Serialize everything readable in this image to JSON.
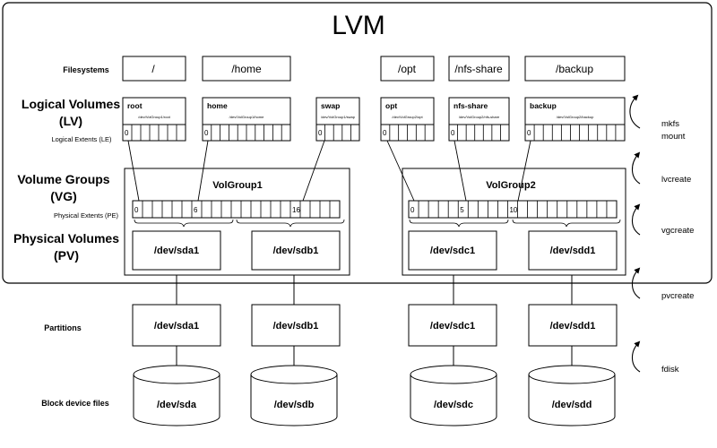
{
  "title": "LVM",
  "row_labels": {
    "filesystems": "Filesystems",
    "lv_line1": "Logical Volumes",
    "lv_line2": "(LV)",
    "le": "Logical Extents (LE)",
    "vg_line1": "Volume Groups",
    "vg_line2": "(VG)",
    "pe": "Physical Extents (PE)",
    "pv_line1": "Physical Volumes",
    "pv_line2": "(PV)",
    "partitions": "Partitions",
    "block": "Block device files"
  },
  "filesystems": [
    "/",
    "/home",
    "/opt",
    "/nfs-share",
    "/backup"
  ],
  "logical_volumes": [
    {
      "name": "root",
      "path": "/dev/VolGroup1/root",
      "first_le": "0"
    },
    {
      "name": "home",
      "path": "/dev/VolGroup1/home",
      "first_le": "0"
    },
    {
      "name": "swap",
      "path": "/dev/VolGroup1/swap",
      "first_le": "0"
    },
    {
      "name": "opt",
      "path": "/dev/VolGroup2/opt",
      "first_le": "0"
    },
    {
      "name": "nfs-share",
      "path": "/dev/VolGroup2/nfs-share",
      "first_le": "0"
    },
    {
      "name": "backup",
      "path": "/dev/VolGroup2/backup",
      "first_le": "0"
    }
  ],
  "volume_groups": [
    {
      "name": "VolGroup1",
      "pe_labels": [
        "0",
        "6",
        "16"
      ]
    },
    {
      "name": "VolGroup2",
      "pe_labels": [
        "0",
        "5",
        "10"
      ]
    }
  ],
  "physical_volumes": [
    "/dev/sda1",
    "/dev/sdb1",
    "/dev/sdc1",
    "/dev/sdd1"
  ],
  "partitions": [
    "/dev/sda1",
    "/dev/sdb1",
    "/dev/sdc1",
    "/dev/sdd1"
  ],
  "block_devices": [
    "/dev/sda",
    "/dev/sdb",
    "/dev/sdc",
    "/dev/sdd"
  ],
  "commands": {
    "mkfs": "mkfs",
    "mount": "mount",
    "lvcreate": "lvcreate",
    "vgcreate": "vgcreate",
    "pvcreate": "pvcreate",
    "fdisk": "fdisk"
  }
}
